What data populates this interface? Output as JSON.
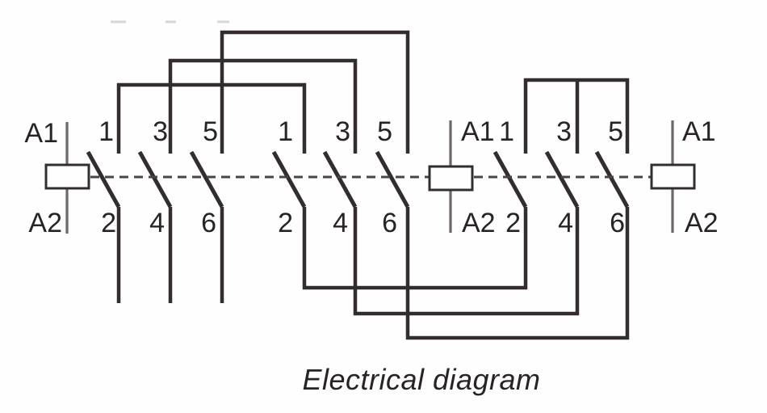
{
  "caption": "Electrical diagram",
  "colors": {
    "wire": "#332e2d",
    "lead": "#6e6966",
    "dash": "#4a4442",
    "text": "#292424",
    "artifact": "#bdb6b2"
  },
  "contactors": [
    {
      "coil_top_label": "A1",
      "coil_bottom_label": "A2",
      "pole_top_labels": [
        "1",
        "3",
        "5"
      ],
      "pole_bottom_labels": [
        "2",
        "4",
        "6"
      ]
    },
    {
      "coil_top_label": "A1",
      "coil_bottom_label": "A2",
      "pole_top_labels": [
        "1",
        "3",
        "5"
      ],
      "pole_bottom_labels": [
        "2",
        "4",
        "6"
      ]
    },
    {
      "coil_top_label": "A1",
      "coil_bottom_label": "A2",
      "pole_top_labels": [
        "1",
        "3",
        "5"
      ],
      "pole_bottom_labels": [
        "2",
        "4",
        "6"
      ]
    }
  ]
}
